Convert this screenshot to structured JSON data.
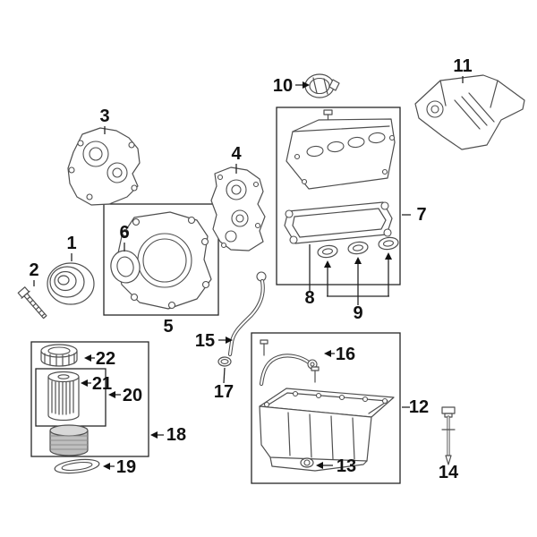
{
  "diagram": {
    "description": "Exploded engine parts diagram with numbered callouts",
    "colors": {
      "background": "#ffffff",
      "part_line": "#4f4f4f",
      "box_line": "#262626",
      "label_text": "#111111",
      "highlight_fill": "#bfbfbf",
      "highlight_fill_light": "#d8d8d8",
      "thread_line": "#8c8c8c"
    },
    "labels": {
      "p1": "1",
      "p2": "2",
      "p3": "3",
      "p4": "4",
      "p5": "5",
      "p6": "6",
      "p7": "7",
      "p8": "8",
      "p9": "9",
      "p10": "10",
      "p11": "11",
      "p12": "12",
      "p13": "13",
      "p14": "14",
      "p15": "15",
      "p16": "16",
      "p17": "17",
      "p18": "18",
      "p19": "19",
      "p20": "20",
      "p21": "21",
      "p22": "22"
    }
  }
}
